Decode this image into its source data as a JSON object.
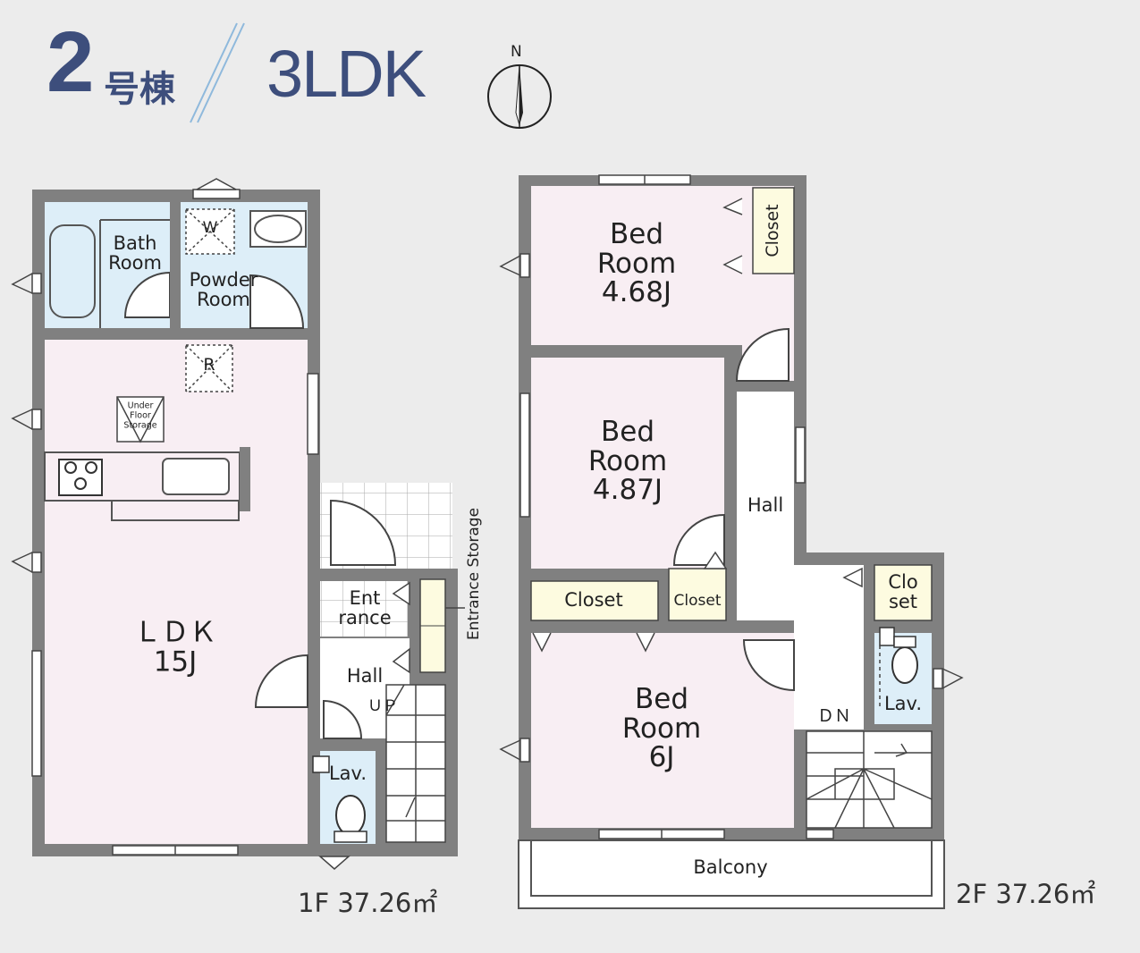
{
  "header": {
    "building_number": "2",
    "building_suffix": "号棟",
    "layout_type": "3LDK",
    "compass_label": "N"
  },
  "floor1": {
    "area_label": "1F 37.26㎡",
    "rooms": {
      "bath": "Bath\nRoom",
      "powder": "Powder\nRoom",
      "ldk": "ＬＤＫ\n15J",
      "hall": "Hall",
      "entrance": "Ent\nrance",
      "entrance_storage": "Entrance Storage",
      "lav": "Lav.",
      "up": "ＵＰ",
      "under_floor_storage": "Under\nFloor\nStorage",
      "washer_mark": "W",
      "fridge_mark": "R"
    }
  },
  "floor2": {
    "area_label": "2F 37.26㎡",
    "rooms": {
      "bed1": "Bed\nRoom\n4.68J",
      "bed2": "Bed\nRoom\n4.87J",
      "bed3": "Bed\nRoom\n6J",
      "closet_top": "Closet",
      "closet_mid_left": "Closet",
      "closet_mid_small": "Closet",
      "closet_right": "Clo\nset",
      "hall": "Hall",
      "lav": "Lav.",
      "dn": "ＤＮ",
      "balcony": "Balcony"
    }
  },
  "colors": {
    "title": "#3d4e7c",
    "wall": "#808080",
    "room_pink": "#f8eef3",
    "wet_blue": "#ddeef8",
    "storage_yellow": "#fdfbe0"
  }
}
